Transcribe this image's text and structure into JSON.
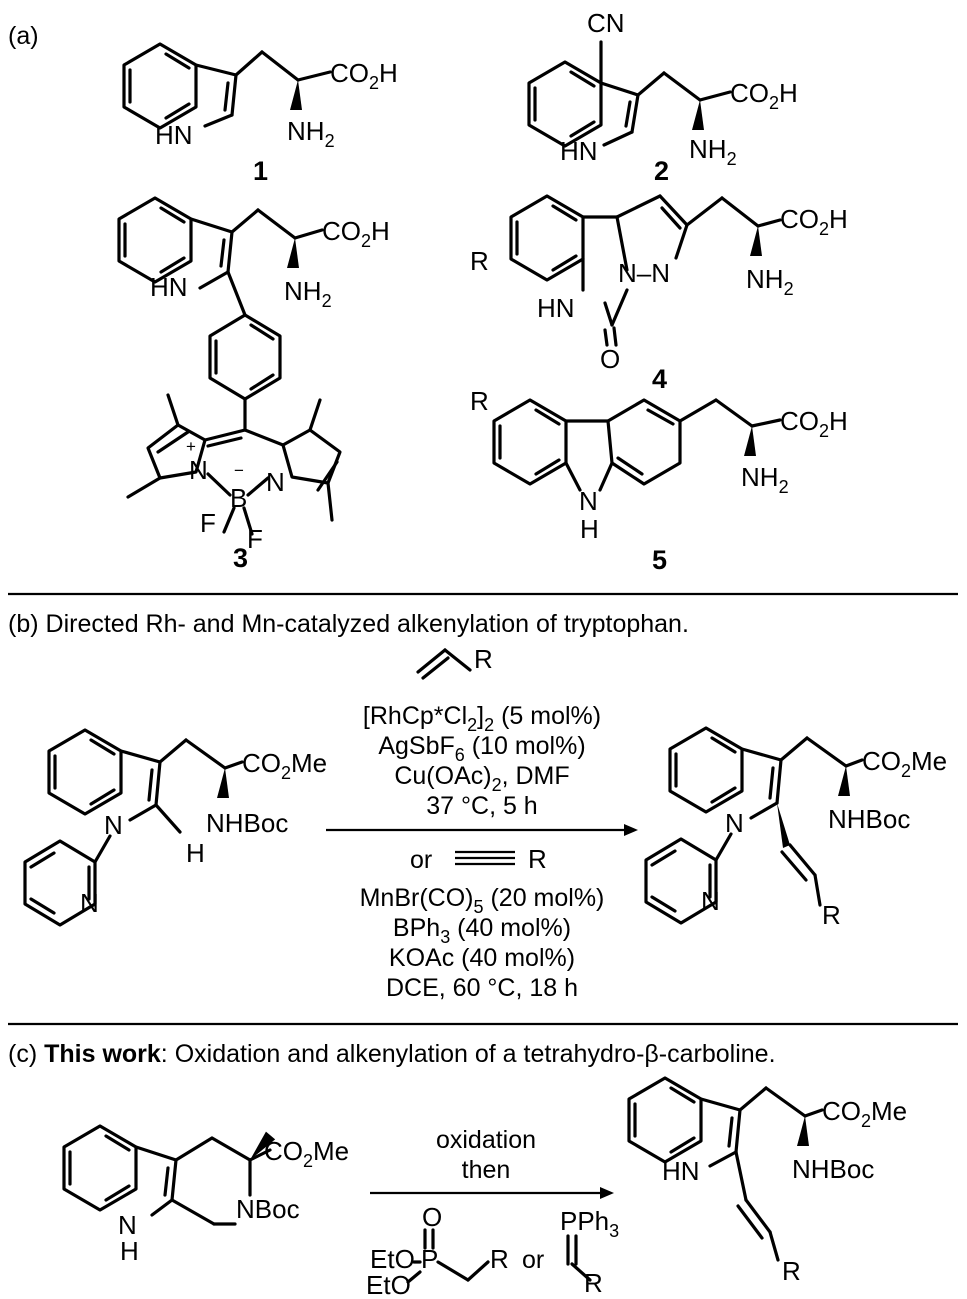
{
  "panels": {
    "a": {
      "label": "(a)"
    },
    "b": {
      "label": "(b)",
      "title": "Directed Rh- and Mn-catalyzed alkenylation of tryptophan."
    },
    "c": {
      "label": "(c)",
      "title_bold": "This work",
      "title_rest": ": Oxidation and alkenylation of a tetrahydro-β-carboline."
    }
  },
  "compounds": [
    "1",
    "2",
    "3",
    "4",
    "5"
  ],
  "atoms": {
    "co2h": "CO",
    "two": "2",
    "h": "H",
    "nh": "NH",
    "hn": "HN",
    "cn": "CN",
    "r": "R",
    "n": "N",
    "b": "B",
    "f": "F",
    "o": "O",
    "me": "Me",
    "boc": "Boc",
    "nboc": "NBoc",
    "nhboc": "NHBoc",
    "plus": "+",
    "minus": "−",
    "nn": "N–N"
  },
  "conditions_b": {
    "rh_cat": "[RhCp*Cl",
    "rh_cat_tail": "(5 mol%)",
    "ag": "AgSbF",
    "ag_tail": "(10 mol%)",
    "cu": "Cu(OAc)",
    "cu_tail": ", DMF",
    "temp1": "37 °C, 5 h",
    "or": "or",
    "mn": "MnBr(CO)",
    "mn_tail": "(20 mol%)",
    "bph": "BPh",
    "bph_tail": "(40 mol%)",
    "koac": "KOAc (40 mol%)",
    "temp2": "DCE, 60 °C, 18 h"
  },
  "conditions_c": {
    "step1": "oxidation",
    "step2": "then",
    "eto": "EtO",
    "p": "P",
    "or": "or",
    "pph": "PPh"
  }
}
